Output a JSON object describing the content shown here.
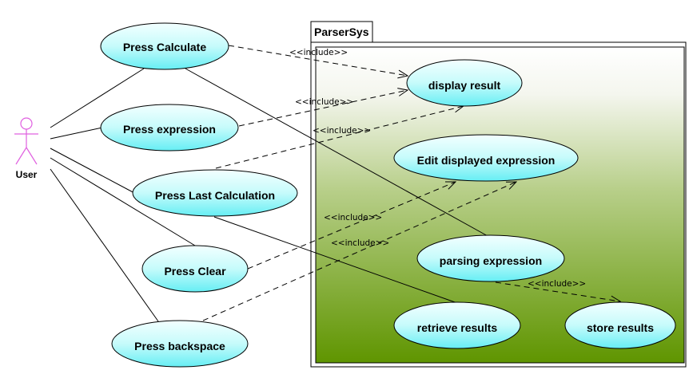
{
  "system": {
    "title": "ParserSys"
  },
  "actor": {
    "label": "User"
  },
  "use_cases": {
    "press_calculate": "Press Calculate",
    "press_expression": "Press expression",
    "press_last_calculation": "Press Last Calculation",
    "press_clear": "Press Clear",
    "press_backspace": "Press backspace",
    "display_result": "display result",
    "edit_displayed_expression": "Edit displayed expression",
    "parsing_expression": "parsing expression",
    "retrieve_results": "retrieve results",
    "store_results": "store results"
  },
  "relations": {
    "include_1": "<<include>>",
    "include_2": "<<include>>",
    "include_3": "<<include>>",
    "include_4": "<<include>>",
    "include_5": "<<include>>",
    "include_6": "<<include>>"
  },
  "colors": {
    "usecase_fill_top": "#e8ffff",
    "usecase_fill_bottom": "#66f0f5",
    "system_gradient_top": "#ffffff",
    "system_gradient_bottom": "#5f9500",
    "actor": "#e060e0"
  }
}
